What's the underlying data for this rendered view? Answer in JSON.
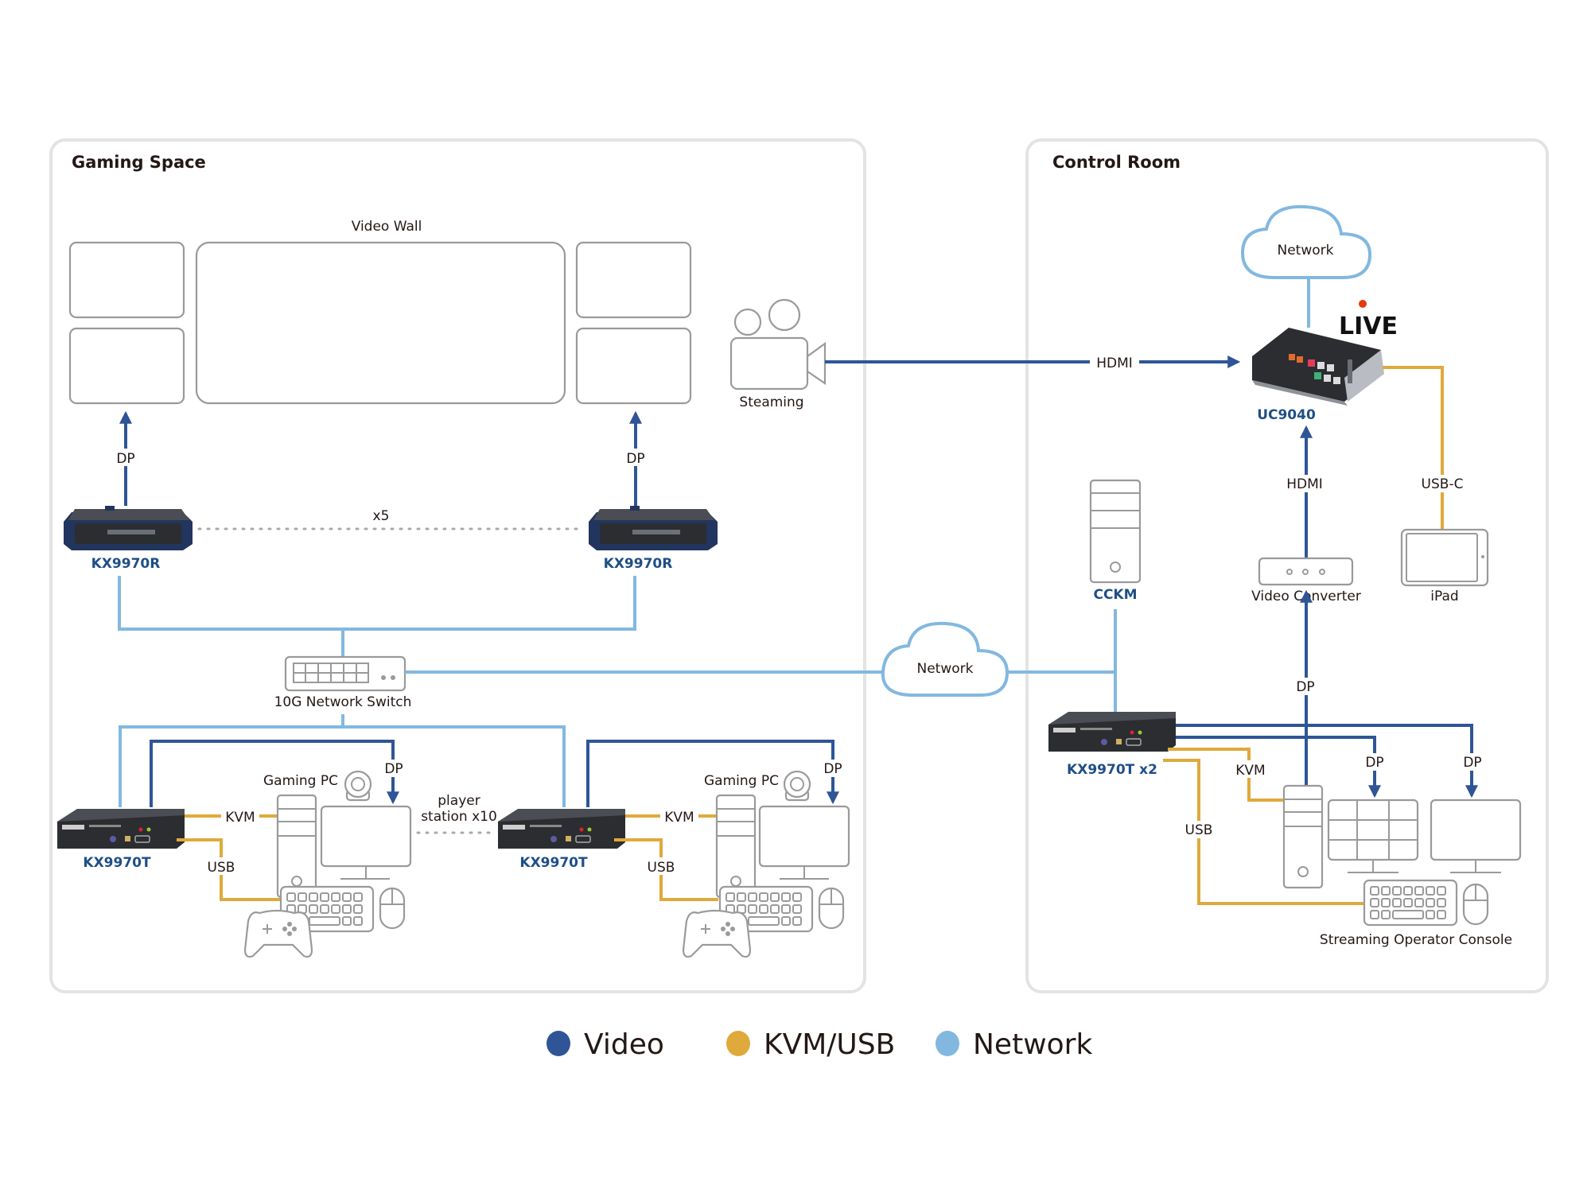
{
  "zones": {
    "gaming_space": {
      "title": "Gaming Space"
    },
    "control_room": {
      "title": "Control Room"
    }
  },
  "gaming_space": {
    "video_wall_label": "Video Wall",
    "camera_label": "Steaming",
    "receivers": [
      {
        "model": "KX9970R",
        "link_label": "DP"
      },
      {
        "model": "KX9970R",
        "link_label": "DP"
      }
    ],
    "receiver_multiplier": "x5",
    "switch_label": "10G Network Switch",
    "stations": [
      {
        "transmitter": "KX9970T",
        "pc_label": "Gaming PC",
        "dp_label": "DP",
        "kvm_label": "KVM",
        "usb_label": "USB"
      },
      {
        "transmitter": "KX9970T",
        "pc_label": "Gaming PC",
        "dp_label": "DP",
        "kvm_label": "KVM",
        "usb_label": "USB"
      }
    ],
    "station_multiplier": [
      "player",
      "station x10"
    ]
  },
  "middle": {
    "cloud_label": "Network",
    "hdmi_label": "HDMI"
  },
  "control_room": {
    "cloud_label": "Network",
    "live_label": "LIVE",
    "switcher_model": "UC9040",
    "hdmi_label": "HDMI",
    "usbc_label": "USB-C",
    "cckm_label": "CCKM",
    "converter_label": "Video Converter",
    "ipad_label": "iPad",
    "converter_dp_label": "DP",
    "transmitter_model": "KX9970T x2",
    "kvm_label": "KVM",
    "usb_label": "USB",
    "dp_labels": [
      "DP",
      "DP"
    ],
    "console_label": "Streaming Operator Console"
  },
  "legend": [
    {
      "label": "Video",
      "color": "#2f5597"
    },
    {
      "label": "KVM/USB",
      "color": "#e0a93b"
    },
    {
      "label": "Network",
      "color": "#82b8e0"
    }
  ],
  "colors": {
    "video": "#2f5597",
    "kvm_usb": "#e0a93b",
    "network": "#82b8e0",
    "model_label": "#1f4f86",
    "live_dot": "#e8380d"
  }
}
